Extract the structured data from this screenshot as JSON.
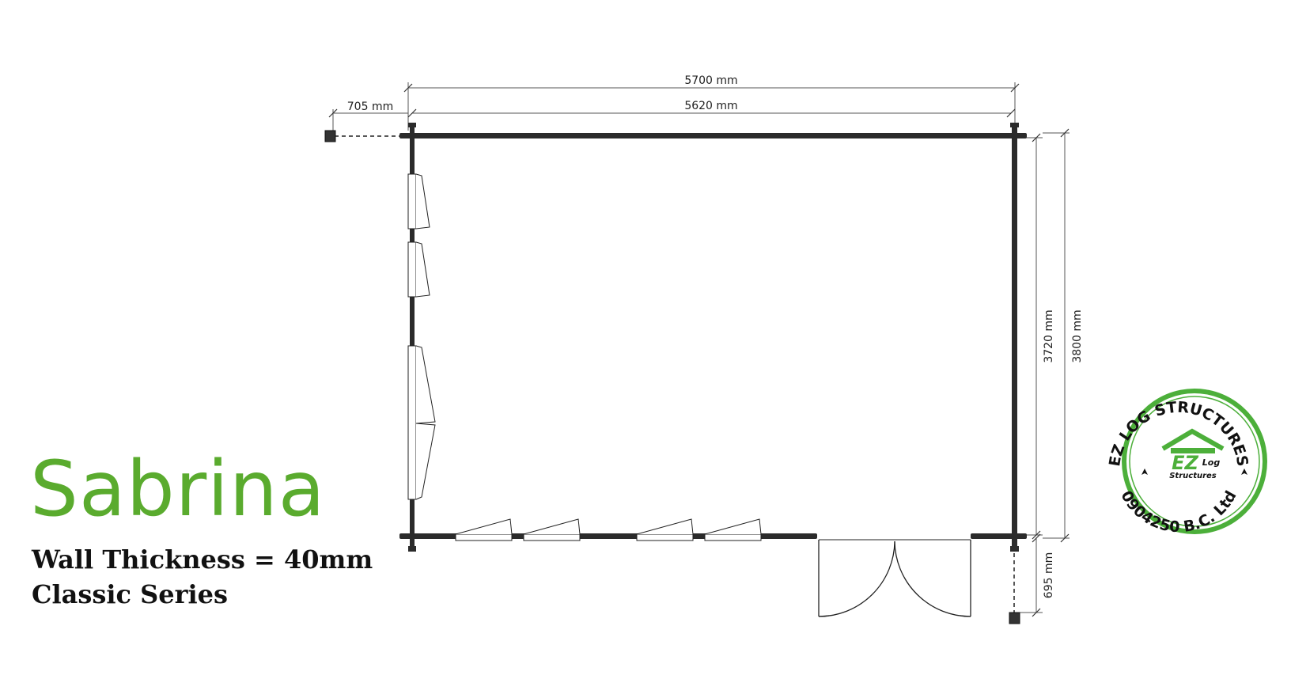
{
  "title": "Sabrina",
  "wall_thickness": "Wall Thickness = 40mm",
  "series": "Classic Series",
  "dimensions": {
    "overall_width": "5700 mm",
    "inner_width": "5620 mm",
    "overhang_left": "705 mm",
    "inner_depth": "3720 mm",
    "overall_depth": "3800 mm",
    "overhang_front": "695 mm"
  },
  "logo": {
    "top_text": "EZ LOG STRUCTURES",
    "bottom_text": "0904250 B.C. Ltd",
    "mark_main": "EZ",
    "mark_small": "Log",
    "mark_sub": "Structures",
    "color": "#4caf3a"
  },
  "colors": {
    "wall": "#2b2b2b",
    "accent": "#5aab2e"
  }
}
